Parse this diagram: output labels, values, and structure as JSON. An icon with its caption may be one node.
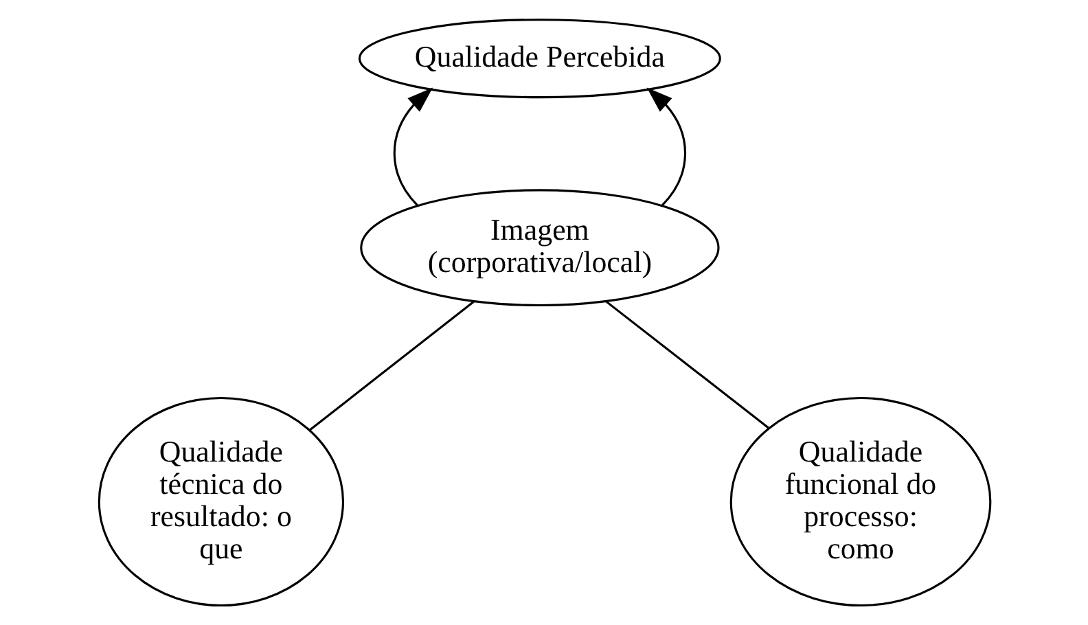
{
  "diagram": {
    "nodes": [
      {
        "text": [
          "Qualidade Percebida"
        ]
      },
      {
        "text": [
          "Imagem (corporativa/local)"
        ]
      },
      {
        "text": [
          "Qualidade técnica do resultado: o que"
        ]
      },
      {
        "text": [
          "Qualidade funcional do processo: como"
        ]
      }
    ],
    "edges": [
      {
        "from": 1,
        "to": 0,
        "arrow": "to"
      },
      {
        "from": 1,
        "to": 0,
        "arrow": "to"
      },
      {
        "from": 2,
        "to": 1,
        "arrow": "none"
      },
      {
        "from": 3,
        "to": 1,
        "arrow": "none"
      }
    ]
  }
}
